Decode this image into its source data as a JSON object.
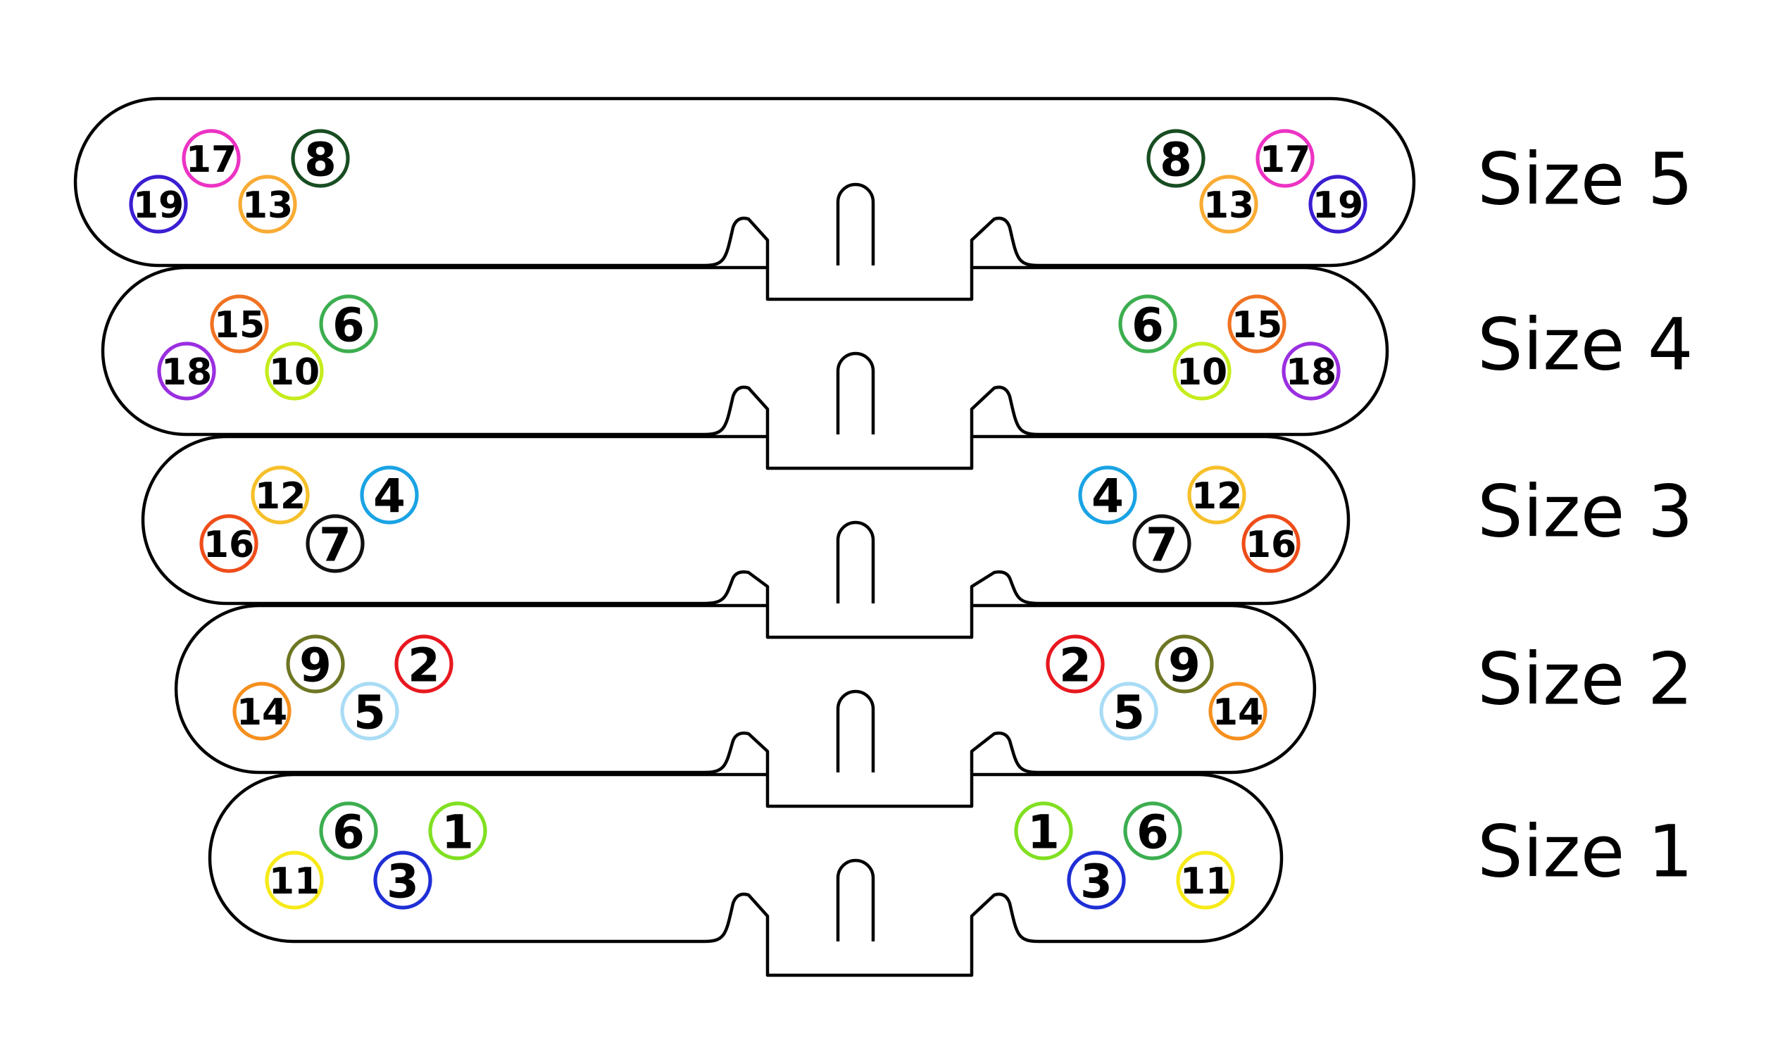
{
  "colors": {
    "1": "#80e021",
    "2": "#e8181f",
    "3": "#1f2fd6",
    "4": "#1aa3e4",
    "5": "#a9dcf5",
    "6": "#3cae4f",
    "7": "#111111",
    "8": "#184d22",
    "9": "#6e7624",
    "10": "#c5ec1c",
    "11": "#f6ea19",
    "12": "#f6c02a",
    "13": "#f9ab33",
    "14": "#f58f1e",
    "15": "#f07323",
    "16": "#ee4d1a",
    "17": "#ec33c4",
    "18": "#9a2fe0",
    "19": "#3a1fd2"
  },
  "sizes": [
    {
      "label": "Size 5",
      "left_badges": [
        "17",
        "8",
        "19",
        "13"
      ],
      "right_badges": [
        "8",
        "17",
        "13",
        "19"
      ]
    },
    {
      "label": "Size 4",
      "left_badges": [
        "15",
        "6",
        "18",
        "10"
      ],
      "right_badges": [
        "6",
        "15",
        "10",
        "18"
      ]
    },
    {
      "label": "Size 3",
      "left_badges": [
        "12",
        "4",
        "16",
        "7"
      ],
      "right_badges": [
        "4",
        "12",
        "7",
        "16"
      ]
    },
    {
      "label": "Size 2",
      "left_badges": [
        "9",
        "2",
        "14",
        "5"
      ],
      "right_badges": [
        "2",
        "9",
        "5",
        "14"
      ]
    },
    {
      "label": "Size 1",
      "left_badges": [
        "6",
        "1",
        "11",
        "3"
      ],
      "right_badges": [
        "1",
        "6",
        "3",
        "11"
      ]
    }
  ]
}
